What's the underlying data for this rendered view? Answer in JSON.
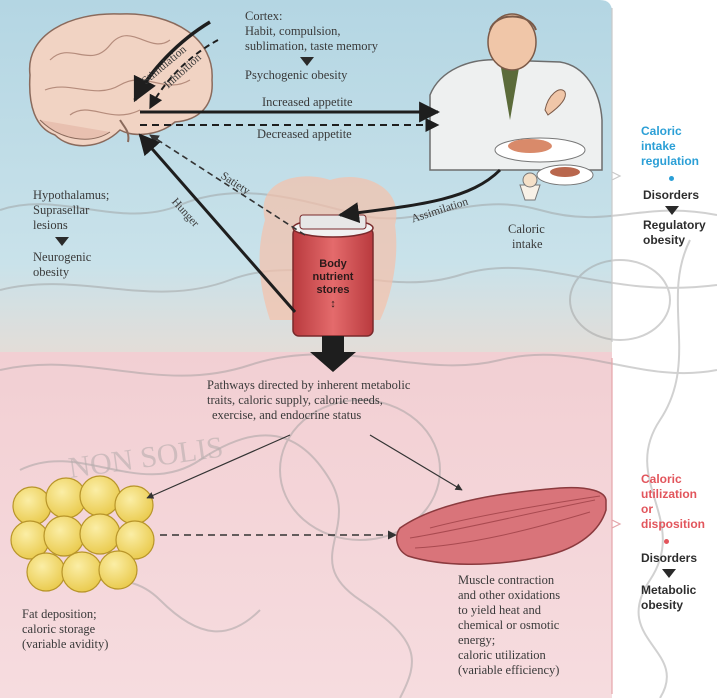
{
  "cortex": {
    "title": "Cortex:",
    "line1": "Habit, compulsion,",
    "line2": "sublimation, taste memory",
    "result": "Psychogenic obesity"
  },
  "arrows": {
    "increased_appetite": "Increased appetite",
    "decreased_appetite": "Decreased appetite",
    "stimulation": "Stimulation",
    "inhibition": "Inhibition",
    "satiety": "Satiety",
    "hunger": "Hunger",
    "assimilation": "Assimilation"
  },
  "hypothalamus": {
    "line1": "Hypothalamus;",
    "line2": "Suprasellar",
    "line3": "lesions",
    "result_line1": "Neurogenic",
    "result_line2": "obesity"
  },
  "caloric_intake": {
    "line1": "Caloric",
    "line2": "intake"
  },
  "body_stores": {
    "line1": "Body",
    "line2": "nutrient",
    "line3": "stores",
    "mark": "↕"
  },
  "pathways": {
    "line1": "Pathways directed by inherent metabolic",
    "line2": "traits, caloric supply, caloric needs,",
    "line3": "exercise, and endocrine status"
  },
  "watermark": "NON SOLIS",
  "fat": {
    "line1": "Fat deposition;",
    "line2": "caloric storage",
    "line3": "(variable avidity)"
  },
  "muscle": {
    "line1": "Muscle contraction",
    "line2": "and other oxidations",
    "line3": "to yield heat and",
    "line4": "chemical or osmotic",
    "line5": "energy;",
    "line6": "caloric utilization",
    "line7": "(variable efficiency)"
  },
  "side_top": {
    "heading1": "Caloric",
    "heading2": "intake",
    "heading3": "regulation",
    "disorders": "Disorders",
    "result1": "Regulatory",
    "result2": "obesity"
  },
  "side_bottom": {
    "heading1": "Caloric",
    "heading2": "utilization",
    "heading3": "or",
    "heading4": "disposition",
    "disorders": "Disorders",
    "result1": "Metabolic",
    "result2": "obesity"
  },
  "colors": {
    "top_panel": "#bcdbe6",
    "bottom_panel": "#f4d3d6",
    "blue_text": "#2b9fd6",
    "red_text": "#e2555c",
    "fat_cells": "#f3dc6e",
    "muscle": "#d9747a",
    "jar": "#d64c4f"
  }
}
